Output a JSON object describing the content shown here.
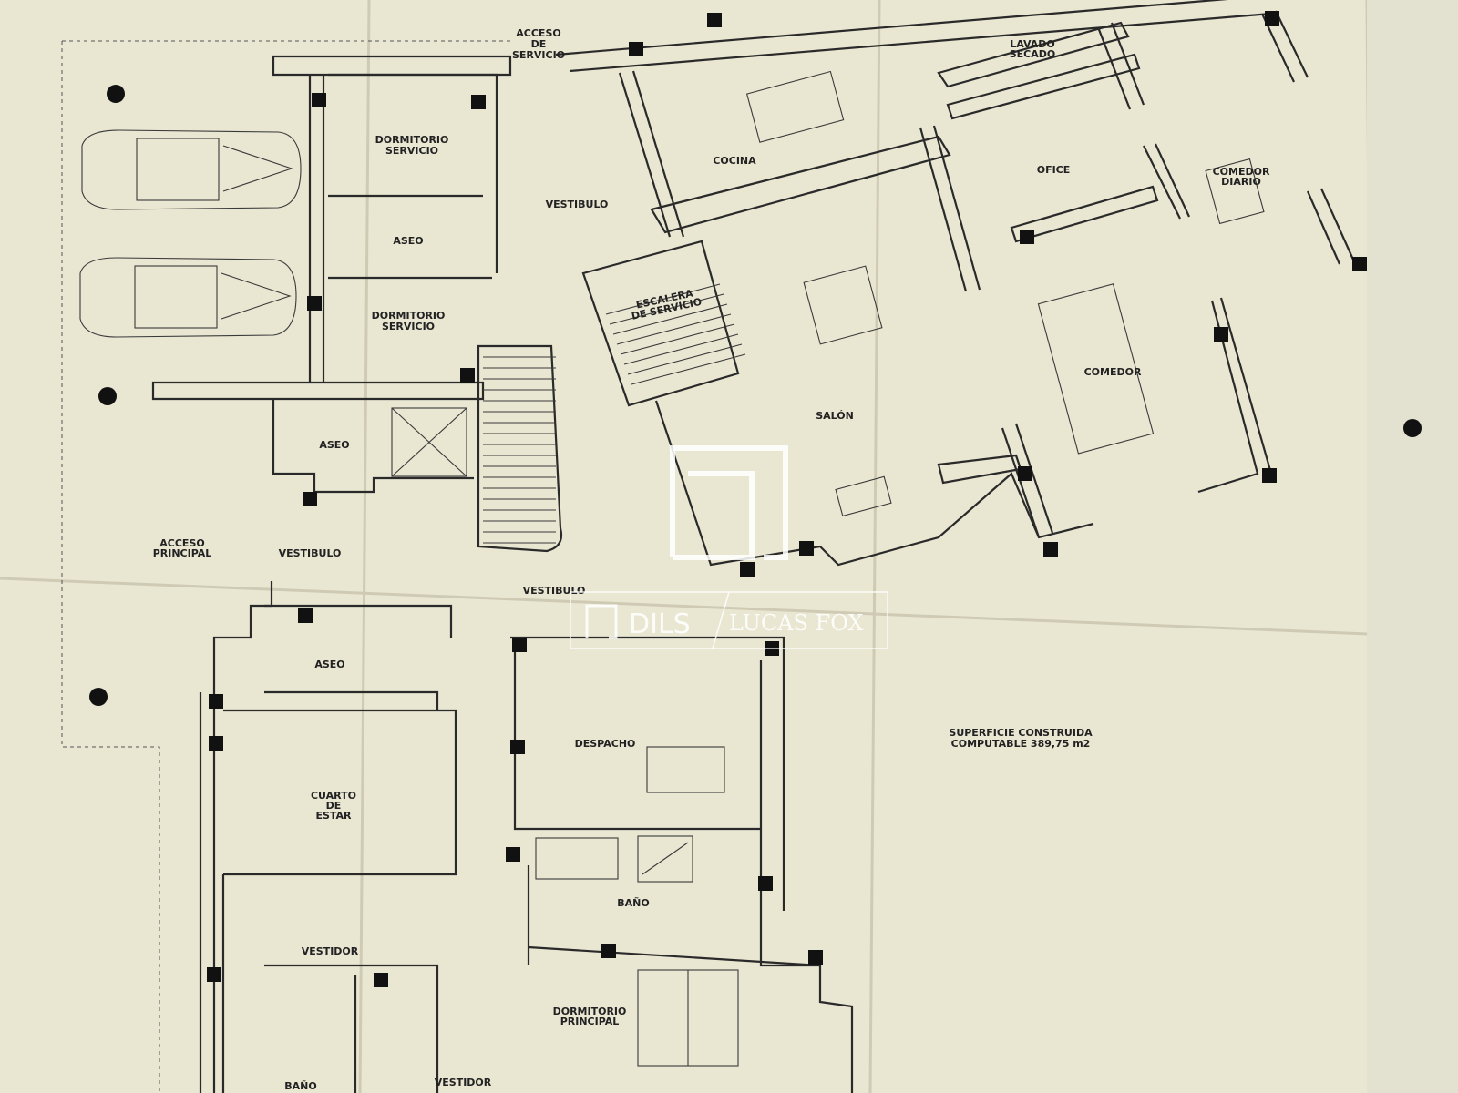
{
  "plan": {
    "rooms": {
      "acceso_servicio": [
        "ACCESO",
        "DE",
        "SERVICIO"
      ],
      "dormitorio_servicio_1": [
        "DORMITORIO",
        "SERVICIO"
      ],
      "aseo_servicio": "ASEO",
      "dormitorio_servicio_2": [
        "DORMITORIO",
        "SERVICIO"
      ],
      "vestibulo_servicio": "VESTIBULO",
      "cocina": "COCINA",
      "lavado_secado": [
        "LAVADO",
        "SECADO"
      ],
      "ofice": "OFICE",
      "comedor_diario": [
        "COMEDOR",
        "DIARIO"
      ],
      "escalera_servicio": [
        "ESCALERA",
        "DE SERVICIO"
      ],
      "salon": "SALÓN",
      "comedor": "COMEDOR",
      "aseo_2": "ASEO",
      "acceso_principal": [
        "ACCESO",
        "PRINCIPAL"
      ],
      "vestibulo_2": "VESTIBULO",
      "vestibulo_3": "VESTIBULO",
      "aseo_3": "ASEO",
      "despacho": "DESPACHO",
      "cuarto_estar": [
        "CUARTO",
        "DE",
        "ESTAR"
      ],
      "bano_1": "BAÑO",
      "vestidor_1": "VESTIDOR",
      "dormitorio_principal": [
        "DORMITORIO",
        "PRINCIPAL"
      ],
      "bano_2": "BAÑO",
      "vestidor_2": "VESTIDOR"
    },
    "surface_note": [
      "SUPERFICIE CONSTRUIDA",
      "COMPUTABLE 389,75 m2"
    ]
  },
  "watermark": {
    "brand1": "DILS",
    "brand2": "LUCAS FOX"
  },
  "colors": {
    "paper": "#e9e6d2",
    "ink": "#2a2a2a"
  }
}
